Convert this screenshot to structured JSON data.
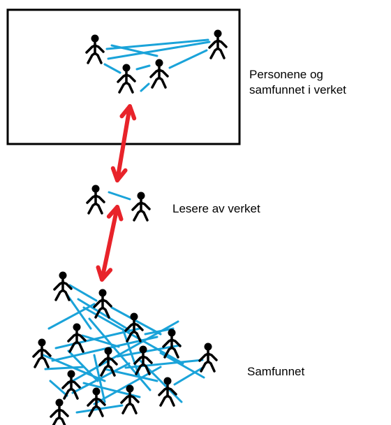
{
  "labels": {
    "work_line1": "Personene og",
    "work_line2": "samfunnet i verket",
    "readers": "Lesere av verket",
    "society": "Samfunnet"
  },
  "colors": {
    "figure": "#000000",
    "connection": "#1aa3d9",
    "arrow": "#e8232a",
    "frame": "#000000",
    "background": "#ffffff"
  },
  "groups": [
    {
      "name": "work",
      "figure_count": 4
    },
    {
      "name": "readers",
      "figure_count": 2
    },
    {
      "name": "society",
      "figure_count": 14
    }
  ]
}
